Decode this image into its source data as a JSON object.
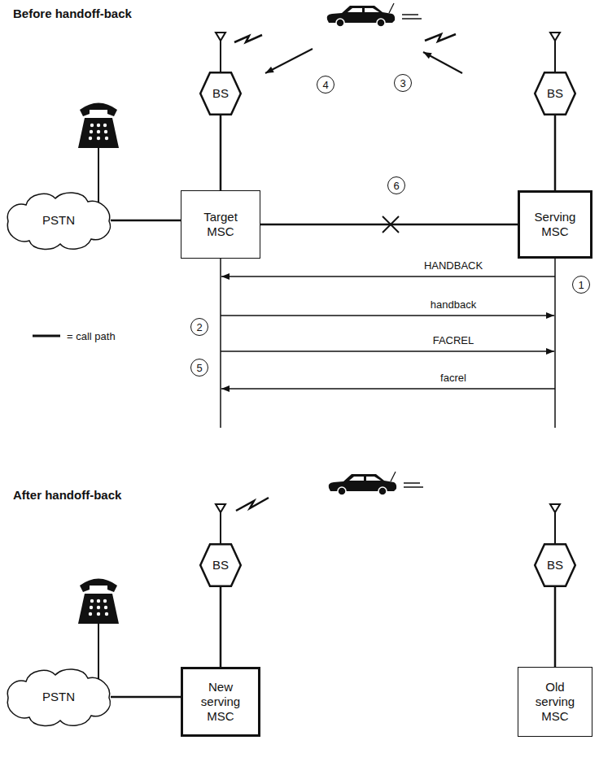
{
  "diagram": {
    "nodes": [
      {
        "text": [
          "BS"
        ]
      },
      {
        "text": [
          "BS"
        ]
      },
      {
        "text": [
          "PSTN"
        ]
      },
      {
        "text": [
          "Target MSC"
        ]
      },
      {
        "text": [
          "Serving MSC"
        ]
      },
      {
        "text": [
          "PSTN"
        ]
      },
      {
        "text": [
          "BS"
        ]
      },
      {
        "text": [
          "BS"
        ]
      },
      {
        "text": [
          "New serving MSC"
        ]
      },
      {
        "text": [
          "Old serving MSC"
        ]
      }
    ],
    "edges": [
      {
        "from": 0,
        "to": 3,
        "arrow": "none"
      },
      {
        "from": 1,
        "to": 4,
        "arrow": "none"
      },
      {
        "from": 2,
        "to": 3,
        "arrow": "none"
      },
      {
        "from": 3,
        "to": 4,
        "arrow": "none"
      },
      {
        "from": 5,
        "to": 8,
        "arrow": "none"
      },
      {
        "from": 6,
        "to": 8,
        "arrow": "none"
      },
      {
        "from": 7,
        "to": 9,
        "arrow": "none"
      }
    ],
    "labels": [
      "Before handoff-back",
      "4",
      "3",
      "6",
      "1",
      "HANDBACK",
      "handback",
      "2",
      "FACREL",
      "5",
      "facrel",
      "After handoff-back"
    ],
    "legend": [
      {
        "text": "= call path"
      }
    ]
  }
}
